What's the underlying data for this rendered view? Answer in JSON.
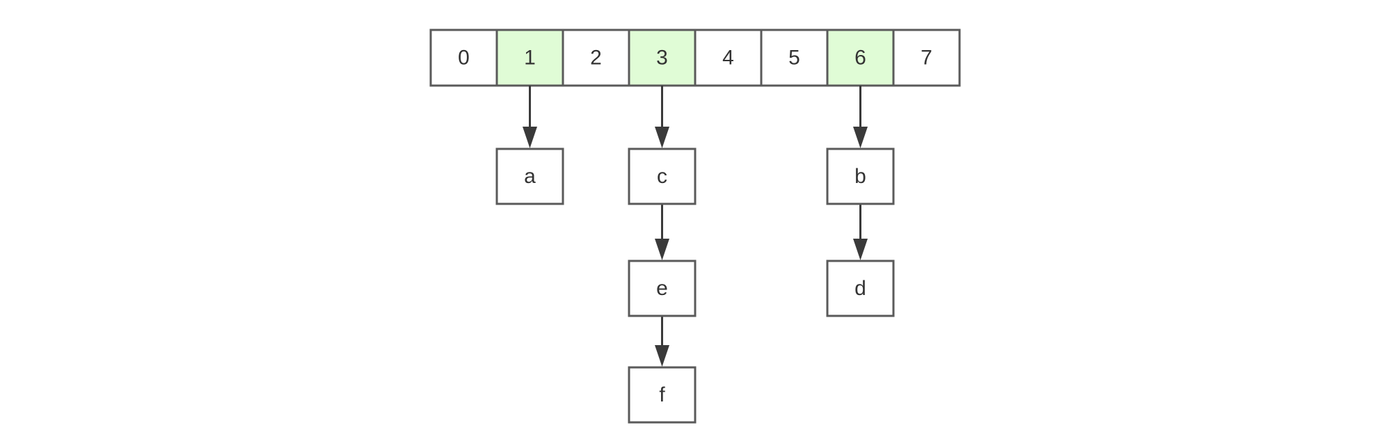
{
  "bucket_array": {
    "cells": [
      {
        "label": "0",
        "occupied": false
      },
      {
        "label": "1",
        "occupied": true
      },
      {
        "label": "2",
        "occupied": false
      },
      {
        "label": "3",
        "occupied": true
      },
      {
        "label": "4",
        "occupied": false
      },
      {
        "label": "5",
        "occupied": false
      },
      {
        "label": "6",
        "occupied": true
      },
      {
        "label": "7",
        "occupied": false
      }
    ]
  },
  "chains": {
    "bucket_1": [
      "a"
    ],
    "bucket_3": [
      "c",
      "e",
      "f"
    ],
    "bucket_6": [
      "b",
      "d"
    ]
  },
  "colors": {
    "occupied_fill": "#e0fcd6",
    "empty_fill": "#ffffff",
    "stroke": "#5a5a5a",
    "text": "#333333",
    "arrow": "#3a3a3a"
  }
}
